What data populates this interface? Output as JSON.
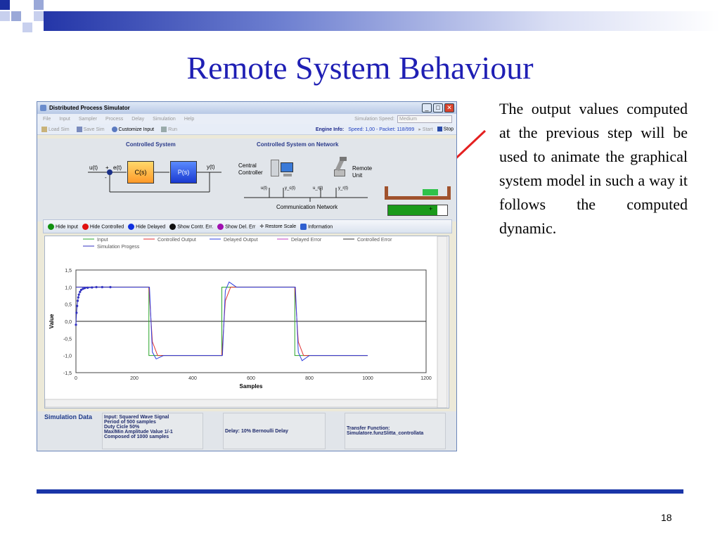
{
  "slide": {
    "title": "Remote System Behaviour",
    "description": "The output values computed at the previous step will be used to animate the graphical system model in such a way it follows the computed dynamic.",
    "page_number": "18"
  },
  "window": {
    "title": "Distributed Process Simulator",
    "menu": [
      "File",
      "Input",
      "Sampler",
      "Process",
      "Delay",
      "Simulation",
      "Help"
    ],
    "speed_label": "Simulation Speed:",
    "speed_value": "Medium",
    "toolbar": {
      "load_sim": "Load Sim",
      "save_sim": "Save Sim",
      "customize_input": "Customize Input",
      "run": "Run"
    },
    "engine_info_label": "Engine Info:",
    "engine_info_value": "Speed: 1,00 - Packet: 118/999",
    "start": "Start",
    "stop": "Stop"
  },
  "diagram": {
    "controlled_system_title": "Controlled System",
    "network_title": "Controlled System on Network",
    "u_label": "u(t)",
    "plus": "+",
    "e_label": "e(t)",
    "minus": "-",
    "cs_block": "C(s)",
    "ps_block": "P(s)",
    "y_label": "y(t)",
    "central_controller": "Central Controller",
    "remote_unit": "Remote Unit",
    "signals": [
      "u(t)",
      "y_c(t)",
      "u_r(t)",
      "y_r(t)"
    ],
    "comm_network": "Communication Network",
    "animation_sign": "+"
  },
  "buttons": [
    {
      "label": "Hide Input",
      "color": "#109010"
    },
    {
      "label": "Hide Controlled",
      "color": "#e01010"
    },
    {
      "label": "Hide Delayed",
      "color": "#1030e0"
    },
    {
      "label": "Show Contr. Err.",
      "color": "#111111"
    },
    {
      "label": "Show Del. Err",
      "color": "#a010b0"
    },
    {
      "label": "Restore Scale",
      "color": ""
    },
    {
      "label": "Information",
      "color": "#3060d0"
    }
  ],
  "chart_data": {
    "type": "line",
    "xlabel": "Samples",
    "ylabel": "Value",
    "xlim": [
      0,
      1200
    ],
    "ylim": [
      -1.5,
      1.5
    ],
    "xticks": [
      "0",
      "200",
      "400",
      "600",
      "800",
      "1000",
      "1200"
    ],
    "yticks": [
      "1,5",
      "1,0",
      "0,5",
      "0,0",
      "-0,5",
      "-1,0",
      "-1,5"
    ],
    "legend": [
      "Input",
      "Controlled Output",
      "Delayed Output",
      "Delayed Error",
      "Controlled Error",
      "Simulation Progess"
    ],
    "colors": {
      "input": "#2aa52a",
      "controlled": "#e03030",
      "delayed": "#3040e0",
      "delayed_error": "#c040c0",
      "controlled_error": "#333333",
      "progress": "#3030c0"
    },
    "series": [
      {
        "name": "Input",
        "x": [
          0,
          250,
          250,
          500,
          500,
          750,
          750,
          1000
        ],
        "y": [
          1,
          1,
          -1,
          -1,
          1,
          1,
          -1,
          -1
        ]
      },
      {
        "name": "Controlled Output",
        "x": [
          0,
          250,
          262,
          280,
          500,
          500,
          512,
          530,
          750,
          762,
          780,
          1000
        ],
        "y": [
          1,
          1,
          -0.6,
          -1,
          -1,
          -1,
          0.6,
          1,
          1,
          -0.6,
          -1,
          -1
        ]
      },
      {
        "name": "Delayed Output",
        "x": [
          0,
          252,
          262,
          275,
          300,
          502,
          512,
          525,
          550,
          752,
          762,
          775,
          800,
          1000
        ],
        "y": [
          1,
          1,
          -0.9,
          -1.1,
          -1,
          -1,
          0.9,
          1.15,
          1,
          1,
          -0.9,
          -1.15,
          -1,
          -1
        ]
      },
      {
        "name": "Simulation Progess",
        "x": [
          0,
          2,
          4,
          6,
          8,
          10,
          14,
          18,
          24,
          30,
          40,
          55,
          70,
          90,
          118
        ],
        "y": [
          -0.1,
          0.25,
          0.45,
          0.6,
          0.7,
          0.78,
          0.86,
          0.92,
          0.95,
          0.97,
          0.98,
          0.99,
          1,
          1,
          1
        ]
      }
    ]
  },
  "simulation_data": {
    "title": "Simulation Data",
    "input_lines": [
      "Input: Squared Wave Signal",
      "Period of 500 samples",
      "Duty Cicle 50%",
      "Max/Min Amplitude Value 1/-1",
      "Composed of 1000 samples"
    ],
    "delay": "Delay: 10% Bernoulli Delay",
    "transfer_lines": [
      "Transfer Function:",
      "Simulatore.funzSlitta_controllata"
    ]
  }
}
